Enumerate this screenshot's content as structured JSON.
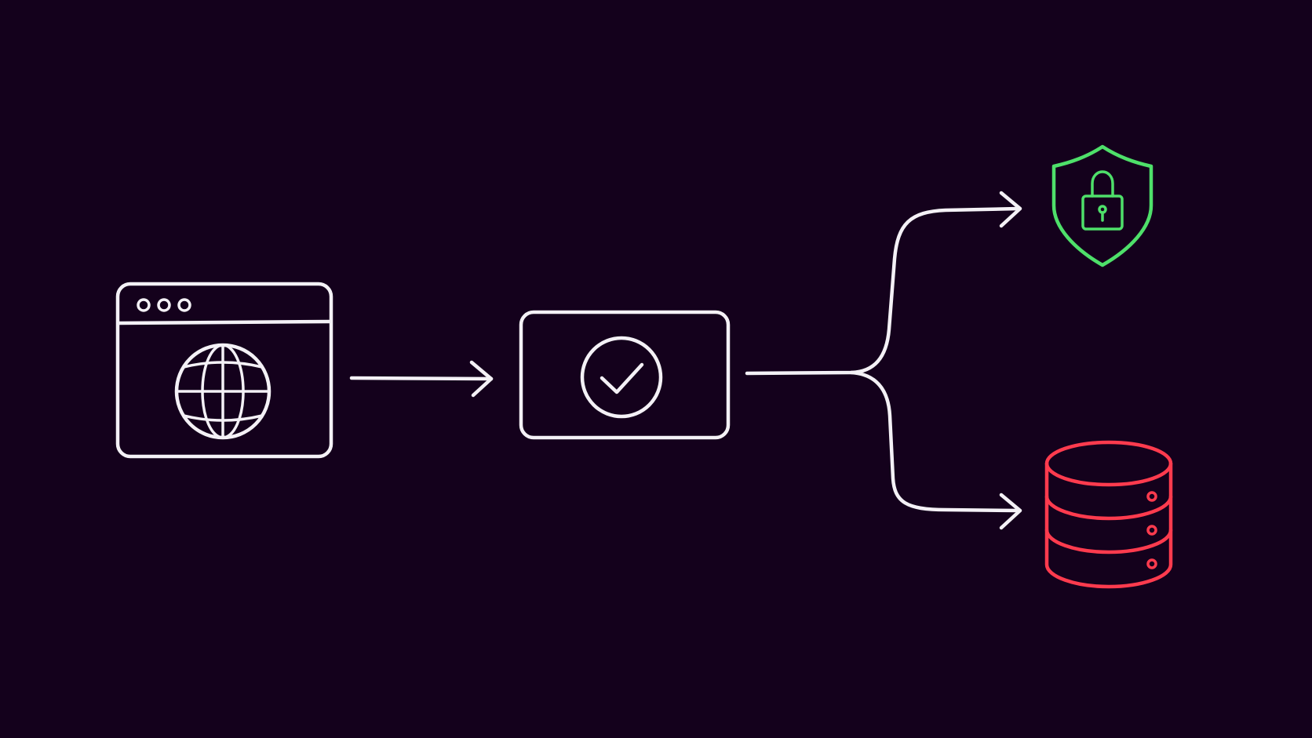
{
  "diagram": {
    "background": "#14011c",
    "colors": {
      "stroke": "#f4f1f6",
      "secure": "#4ee06a",
      "storage": "#ff3b4e"
    },
    "nodes": [
      {
        "id": "browser",
        "icon": "browser-window-globe-icon"
      },
      {
        "id": "validation",
        "icon": "check-circle-icon"
      },
      {
        "id": "security",
        "icon": "shield-lock-icon"
      },
      {
        "id": "database",
        "icon": "database-icon"
      }
    ],
    "edges": [
      {
        "from": "browser",
        "to": "validation"
      },
      {
        "from": "validation",
        "to": "security"
      },
      {
        "from": "validation",
        "to": "database"
      }
    ]
  }
}
